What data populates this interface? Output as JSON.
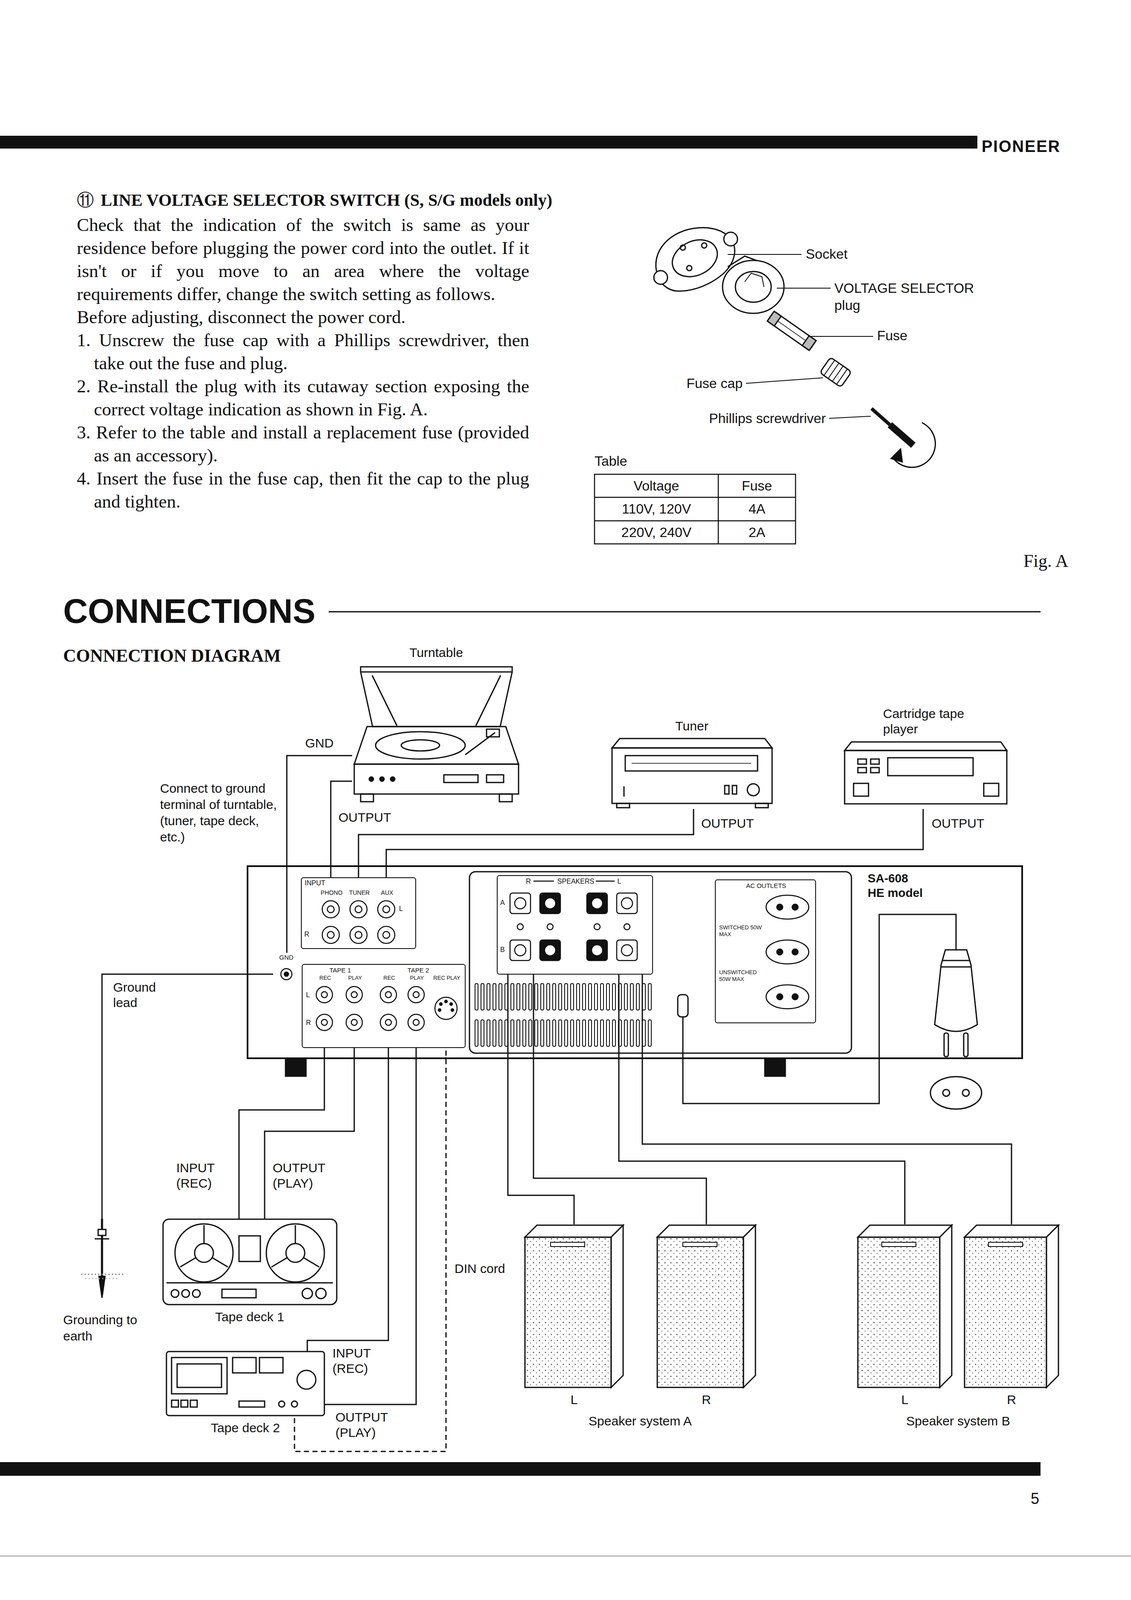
{
  "diagram": {
    "nodes": [
      {
        "text": [
          "Turntable"
        ]
      },
      {
        "text": [
          "Tuner"
        ]
      },
      {
        "text": [
          "Cartridge tape player"
        ]
      },
      {
        "text": [
          "SA-608 HE model"
        ]
      },
      {
        "text": [
          "INPUT",
          "PHONO",
          "TUNER",
          "AUX",
          "L",
          "R"
        ],
        "in": 3
      },
      {
        "text": [
          "GND"
        ],
        "in": 3
      },
      {
        "text": [
          "TAPE 1",
          "TAPE 2",
          "REC",
          "PLAY",
          "REC",
          "PLAY",
          "REC PLAY",
          "L",
          "R"
        ],
        "in": 3
      },
      {
        "text": [
          "R",
          "SPEAKERS",
          "L",
          "A",
          "B"
        ],
        "in": 3
      },
      {
        "text": [
          "AC OUTLETS",
          "SWITCHED 50W MAX",
          "UNSWITCHED 50W MAX"
        ],
        "in": 3
      },
      {
        "text": [
          "Grounding to earth"
        ]
      },
      {
        "text": [
          "Tape deck 1"
        ]
      },
      {
        "text": [
          "Tape deck 2"
        ]
      },
      {
        "text": [
          "L"
        ]
      },
      {
        "text": [
          "R"
        ]
      },
      {
        "text": [
          "L"
        ]
      },
      {
        "text": [
          "R"
        ]
      }
    ],
    "edges": [
      {
        "from": 0,
        "to": 4,
        "label": "OUTPUT",
        "arrow": "none"
      },
      {
        "from": 0,
        "to": 5,
        "label": "GND",
        "arrow": "none"
      },
      {
        "from": 1,
        "to": 4,
        "label": "OUTPUT",
        "arrow": "none"
      },
      {
        "from": 2,
        "to": 4,
        "label": "OUTPUT",
        "arrow": "none"
      },
      {
        "from": 5,
        "to": 9,
        "label": "Ground lead",
        "arrow": "none"
      },
      {
        "from": 6,
        "to": 10,
        "label": "INPUT (REC)",
        "arrow": "none"
      },
      {
        "from": 10,
        "to": 6,
        "label": "OUTPUT (PLAY)",
        "arrow": "none"
      },
      {
        "from": 6,
        "to": 11,
        "label": "INPUT (REC)",
        "arrow": "none"
      },
      {
        "from": 11,
        "to": 6,
        "label": "OUTPUT (PLAY)",
        "arrow": "none"
      },
      {
        "from": 11,
        "to": 6,
        "label": "DIN cord",
        "arrow": "none"
      },
      {
        "from": 7,
        "to": 12,
        "arrow": "none"
      },
      {
        "from": 7,
        "to": 13,
        "arrow": "none"
      },
      {
        "from": 7,
        "to": 14,
        "arrow": "none"
      },
      {
        "from": 7,
        "to": 15,
        "arrow": "none"
      }
    ],
    "labels": [
      "PIONEER",
      "⑪",
      "LINE VOLTAGE SELECTOR SWITCH (S, S/G models only)",
      "Check that the indication of the switch is same as your residence before plugging the power cord into the outlet. If it isn't or if you move to an area where the voltage requirements differ, change the switch setting as follows.",
      "Before adjusting, disconnect the power cord.",
      "1. Unscrew the fuse cap with a Phillips screwdriver, then take out the fuse and plug.",
      "2. Re-install the plug with its cutaway section exposing the correct voltage indication as shown in Fig. A.",
      "3. Refer to the table and install a replacement fuse (provided as an accessory).",
      "4. Insert the fuse in the fuse cap, then fit the cap to the plug and tighten.",
      "Socket",
      "VOLTAGE SELECTOR plug",
      "Fuse",
      "Fuse cap",
      "Phillips screwdriver",
      "Table",
      "Voltage",
      "Fuse",
      "110V, 120V",
      "4A",
      "220V, 240V",
      "2A",
      "Fig. A",
      "CONNECTIONS",
      "CONNECTION DIAGRAM",
      "Connect to ground terminal of turntable, (tuner, tape deck, etc.)",
      "Speaker system A",
      "Speaker system B",
      "5"
    ]
  }
}
